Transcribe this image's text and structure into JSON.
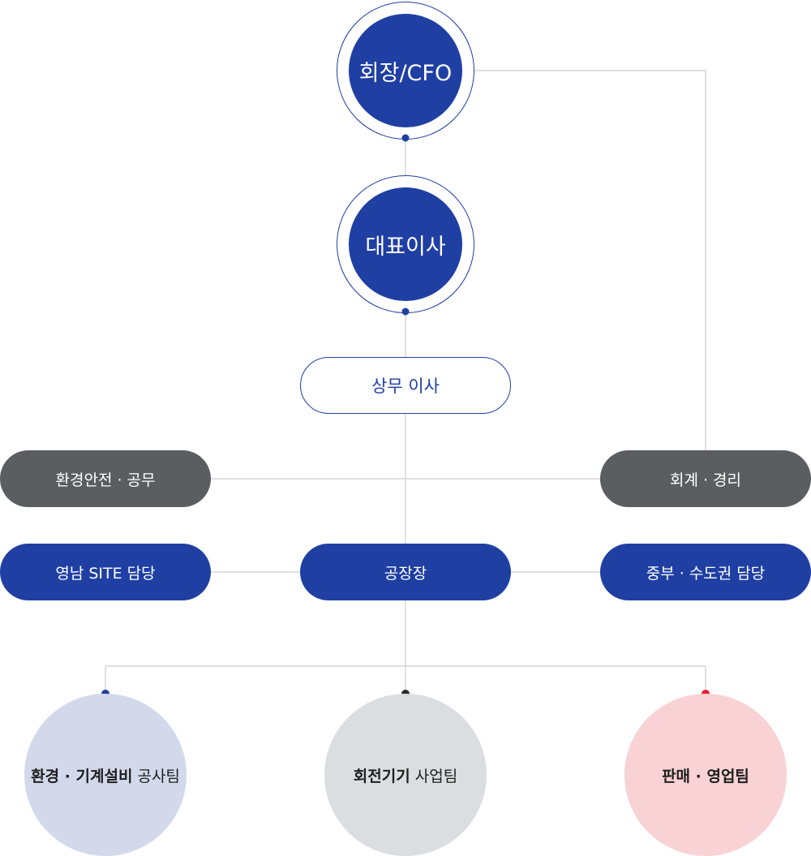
{
  "top": {
    "chairman": "회장/CFO",
    "ceo": "대표이사",
    "managing_director": "상무 이사"
  },
  "departments": {
    "env_safety": "환경안전 · 공무",
    "accounting": "회계 · 경리",
    "yeongnam_site": "영남 SITE 담당",
    "plant_manager": "공장장",
    "central_capital": "중부 · 수도권 담당"
  },
  "teams": {
    "team1_bold": "환경 · 기계설비",
    "team1_regular": " 공사팀",
    "team2_bold": "회전기기",
    "team2_regular": " 사업팀",
    "team3": "판매 · 영업팀"
  },
  "colors": {
    "primary": "#1f3fa3",
    "dark_gray": "#5c5d61",
    "line": "#cccccc",
    "dot_blue": "#1f3fa3",
    "dot_dark": "#2b2b2b",
    "dot_red": "#e8202e"
  }
}
